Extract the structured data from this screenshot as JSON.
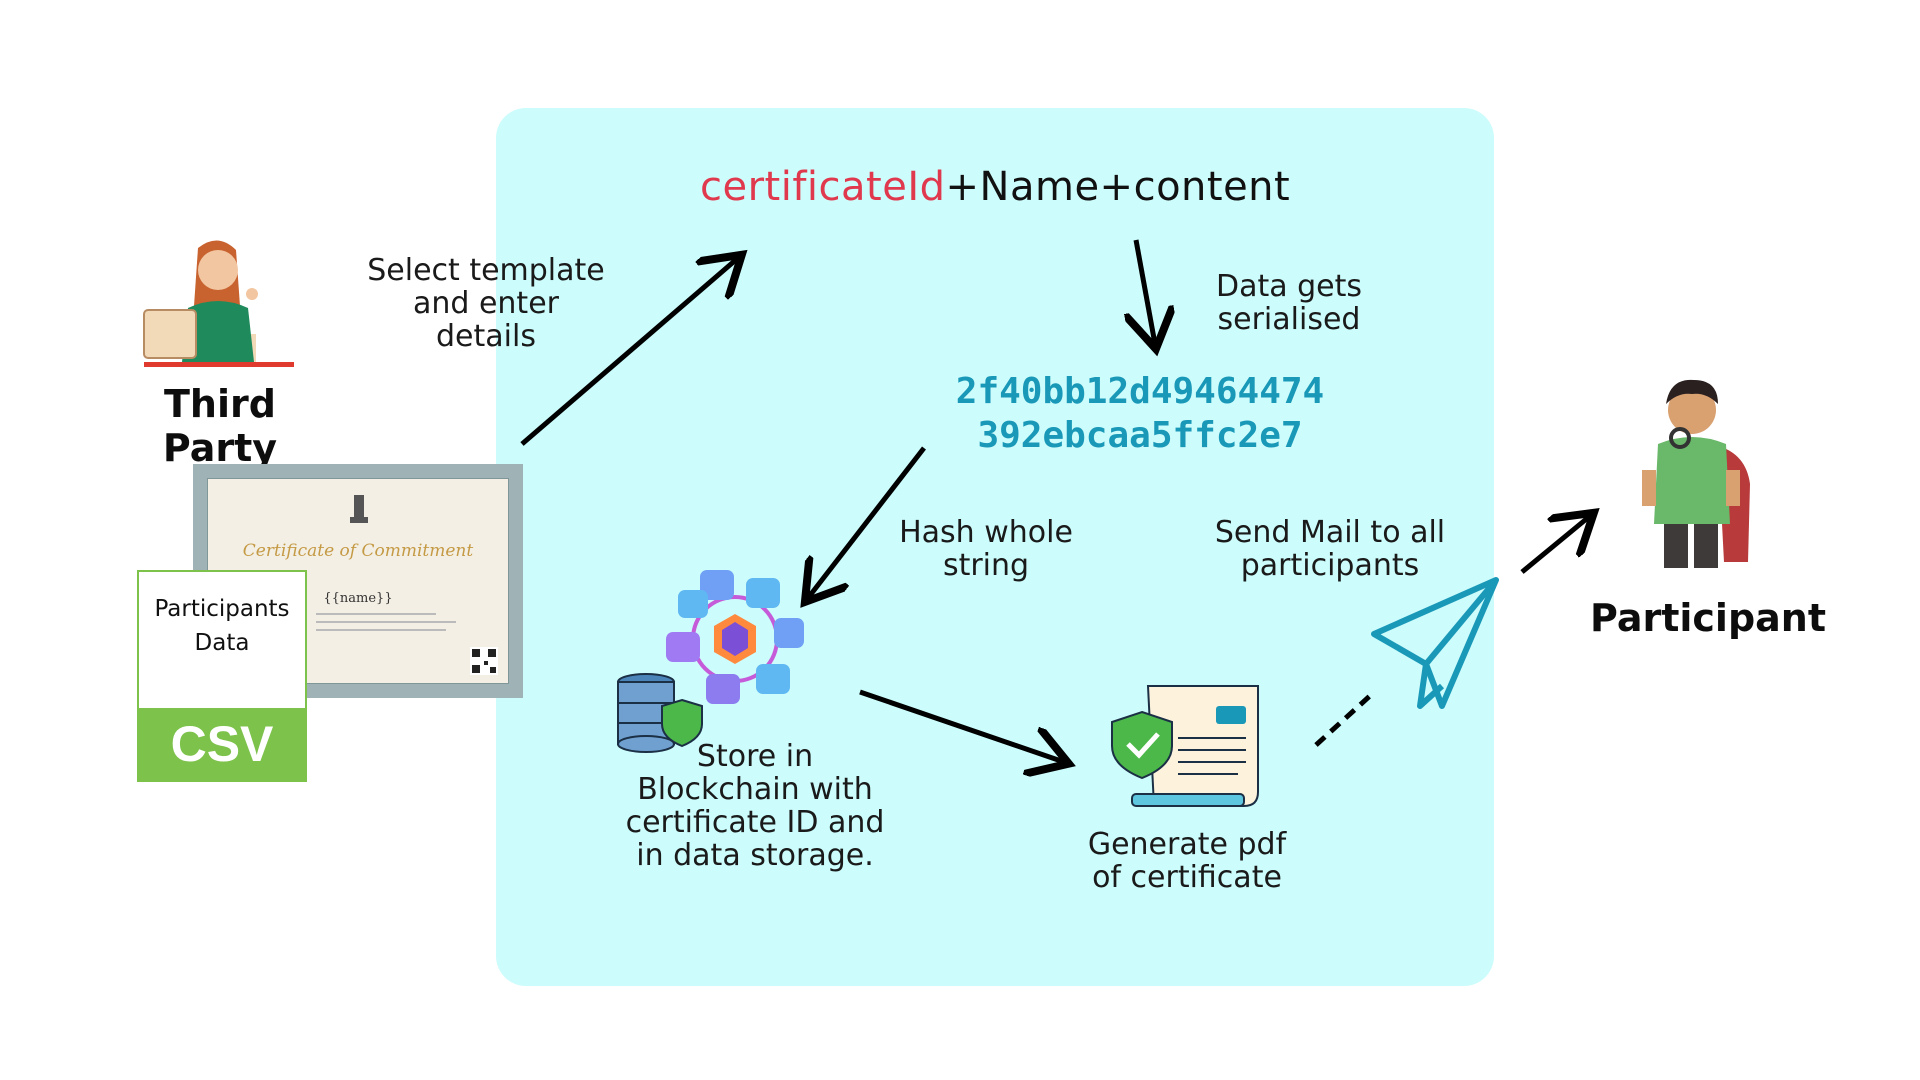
{
  "colors": {
    "panel": "#ccfcfc",
    "hash": "#1a98b8",
    "certificate_id": "#e0394e",
    "csv_green": "#7dc24b",
    "plane": "#1a98b8"
  },
  "actors": {
    "third_party": "Third Party",
    "participant": "Participant"
  },
  "csv_card": {
    "label": "Participants Data",
    "badge": "CSV"
  },
  "certificate": {
    "title": "Certificate of Commitment",
    "name_placeholder": "{{name}}"
  },
  "formula": {
    "certificate_id": "certificateId",
    "rest": "+Name+content"
  },
  "steps": {
    "select_template": "Select template and enter details",
    "serialised": "Data gets serialised",
    "hash": "Hash whole string",
    "store": "Store in Blockchain with certificate ID and in data storage.",
    "generate_pdf": "Generate pdf of certificate",
    "send_mail": "Send Mail to all participants"
  },
  "hash_value": {
    "line1": "2f40bb12d49464474",
    "line2": "392ebcaa5ffc2e7"
  },
  "icons": [
    "third-party-person-icon",
    "participant-person-icon",
    "certificate-document-icon",
    "csv-file-icon",
    "blockchain-icon",
    "database-shield-icon",
    "pdf-certificate-icon",
    "paper-plane-icon"
  ]
}
